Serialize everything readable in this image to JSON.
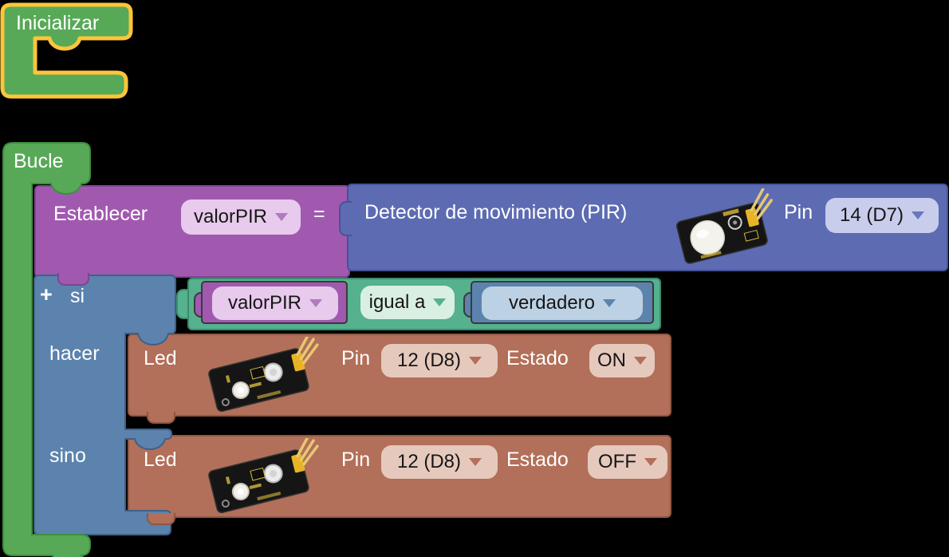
{
  "workspace": {
    "background": "#000000"
  },
  "inicializar_block": {
    "label": "Inicializar",
    "color": "#57a957",
    "selection_outline": "#fdc53a"
  },
  "bucle_block": {
    "label": "Bucle",
    "color": "#57a957"
  },
  "establecer_block": {
    "label": "Establecer",
    "variable_dropdown": "valorPIR",
    "equals_label": "=",
    "color": "#a159b0"
  },
  "pir_block": {
    "label": "Detector de movimiento (PIR)",
    "image": "pir-sensor-module",
    "pin_label": "Pin",
    "pin_dropdown": "14 (D7)",
    "color": "#5d6bb3"
  },
  "if_block": {
    "plus_label": "+",
    "if_label": "si",
    "do_label": "hacer",
    "else_label": "sino",
    "color": "#5b83ad"
  },
  "comparison_block": {
    "operator_dropdown": "igual a",
    "color": "#55b18e"
  },
  "variable_block": {
    "dropdown": "valorPIR",
    "color": "#a159b0"
  },
  "boolean_block": {
    "dropdown": "verdadero",
    "color": "#5b83ad"
  },
  "led_on_block": {
    "label": "Led",
    "image": "led-module",
    "pin_label": "Pin",
    "pin_dropdown": "12 (D8)",
    "estado_label": "Estado",
    "estado_dropdown": "ON",
    "color": "#b26f59"
  },
  "led_off_block": {
    "label": "Led",
    "image": "led-module",
    "pin_label": "Pin",
    "pin_dropdown": "12 (D8)",
    "estado_label": "Estado",
    "estado_dropdown": "OFF",
    "color": "#b26f59"
  }
}
